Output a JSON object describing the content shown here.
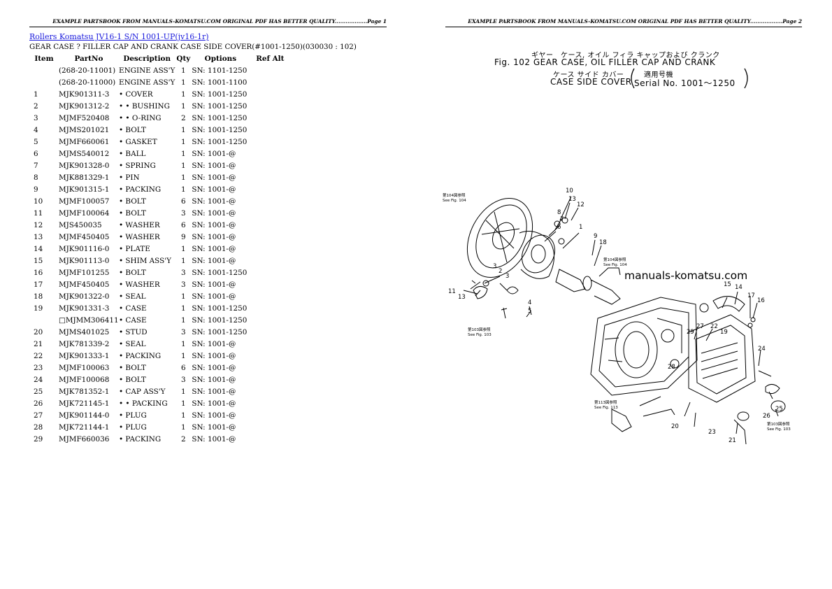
{
  "header": {
    "page1": "EXAMPLE PARTSBOOK FROM MANUALS-KOMATSU.COM ORIGINAL PDF HAS BETTER QUALITY..................Page 1",
    "page2": "EXAMPLE PARTSBOOK FROM MANUALS-KOMATSU.COM ORIGINAL PDF HAS BETTER QUALITY..................Page 2"
  },
  "document": {
    "link": "Rollers Komatsu JV16-1 S/N 1001-UP(jv16-1r)",
    "subtitle": "GEAR CASE ? FILLER CAP AND CRANK CASE SIDE COVER(#1001-1250)(030030 : 102)"
  },
  "table": {
    "columns": [
      "Item",
      "PartNo",
      "Description",
      "Qty",
      "Options",
      "Ref Alt"
    ],
    "rows": [
      {
        "item": "",
        "part": "(268-20-11001)",
        "desc": "ENGINE ASS'Y",
        "qty": "1",
        "opt": "SN: 1101-1250",
        "ref": ""
      },
      {
        "item": "",
        "part": "(268-20-11000)",
        "desc": "ENGINE ASS'Y",
        "qty": "1",
        "opt": "SN: 1001-1100",
        "ref": ""
      },
      {
        "item": "1",
        "part": "MJK901311-3",
        "desc": "• COVER",
        "qty": "1",
        "opt": "SN: 1001-1250",
        "ref": ""
      },
      {
        "item": "2",
        "part": "MJK901312-2",
        "desc": "• • BUSHING",
        "qty": "1",
        "opt": "SN: 1001-1250",
        "ref": ""
      },
      {
        "item": "3",
        "part": "MJMF520408",
        "desc": "• • O-RING",
        "qty": "2",
        "opt": "SN: 1001-1250",
        "ref": ""
      },
      {
        "item": "4",
        "part": "MJMS201021",
        "desc": "• BOLT",
        "qty": "1",
        "opt": "SN: 1001-1250",
        "ref": ""
      },
      {
        "item": "5",
        "part": "MJMF660061",
        "desc": "• GASKET",
        "qty": "1",
        "opt": "SN: 1001-1250",
        "ref": ""
      },
      {
        "item": "6",
        "part": "MJMS540012",
        "desc": "• BALL",
        "qty": "1",
        "opt": "SN: 1001-@",
        "ref": ""
      },
      {
        "item": "7",
        "part": "MJK901328-0",
        "desc": "• SPRING",
        "qty": "1",
        "opt": "SN: 1001-@",
        "ref": ""
      },
      {
        "item": "8",
        "part": "MJK881329-1",
        "desc": "• PIN",
        "qty": "1",
        "opt": "SN: 1001-@",
        "ref": ""
      },
      {
        "item": "9",
        "part": "MJK901315-1",
        "desc": "• PACKING",
        "qty": "1",
        "opt": "SN: 1001-@",
        "ref": ""
      },
      {
        "item": "10",
        "part": "MJMF100057",
        "desc": "• BOLT",
        "qty": "6",
        "opt": "SN: 1001-@",
        "ref": ""
      },
      {
        "item": "11",
        "part": "MJMF100064",
        "desc": "• BOLT",
        "qty": "3",
        "opt": "SN: 1001-@",
        "ref": ""
      },
      {
        "item": "12",
        "part": "MJS450035",
        "desc": "• WASHER",
        "qty": "6",
        "opt": "SN: 1001-@",
        "ref": ""
      },
      {
        "item": "13",
        "part": "MJMF450405",
        "desc": "• WASHER",
        "qty": "9",
        "opt": "SN: 1001-@",
        "ref": ""
      },
      {
        "item": "14",
        "part": "MJK901116-0",
        "desc": "• PLATE",
        "qty": "1",
        "opt": "SN: 1001-@",
        "ref": ""
      },
      {
        "item": "15",
        "part": "MJK901113-0",
        "desc": "• SHIM ASS'Y",
        "qty": "1",
        "opt": "SN: 1001-@",
        "ref": ""
      },
      {
        "item": "16",
        "part": "MJMF101255",
        "desc": "• BOLT",
        "qty": "3",
        "opt": "SN: 1001-1250",
        "ref": ""
      },
      {
        "item": "17",
        "part": "MJMF450405",
        "desc": "• WASHER",
        "qty": "3",
        "opt": "SN: 1001-@",
        "ref": ""
      },
      {
        "item": "18",
        "part": "MJK901322-0",
        "desc": "• SEAL",
        "qty": "1",
        "opt": "SN: 1001-@",
        "ref": ""
      },
      {
        "item": "19",
        "part": "MJK901331-3",
        "desc": "• CASE",
        "qty": "1",
        "opt": "SN: 1001-1250",
        "ref": ""
      },
      {
        "item": "",
        "part": "□MJMM306411",
        "desc": "• CASE",
        "qty": "1",
        "opt": "SN: 1001-1250",
        "ref": ""
      },
      {
        "item": "20",
        "part": "MJMS401025",
        "desc": "• STUD",
        "qty": "3",
        "opt": "SN: 1001-1250",
        "ref": ""
      },
      {
        "item": "21",
        "part": "MJK781339-2",
        "desc": "• SEAL",
        "qty": "1",
        "opt": "SN: 1001-@",
        "ref": ""
      },
      {
        "item": "22",
        "part": "MJK901333-1",
        "desc": "• PACKING",
        "qty": "1",
        "opt": "SN: 1001-@",
        "ref": ""
      },
      {
        "item": "23",
        "part": "MJMF100063",
        "desc": "• BOLT",
        "qty": "6",
        "opt": "SN: 1001-@",
        "ref": ""
      },
      {
        "item": "24",
        "part": "MJMF100068",
        "desc": "• BOLT",
        "qty": "3",
        "opt": "SN: 1001-@",
        "ref": ""
      },
      {
        "item": "25",
        "part": "MJK781352-1",
        "desc": "• CAP ASS'Y",
        "qty": "1",
        "opt": "SN: 1001-@",
        "ref": ""
      },
      {
        "item": "26",
        "part": "MJK721145-1",
        "desc": "• • PACKING",
        "qty": "1",
        "opt": "SN: 1001-@",
        "ref": ""
      },
      {
        "item": "27",
        "part": "MJK901144-0",
        "desc": "• PLUG",
        "qty": "1",
        "opt": "SN: 1001-@",
        "ref": ""
      },
      {
        "item": "28",
        "part": "MJK721144-1",
        "desc": "• PLUG",
        "qty": "1",
        "opt": "SN: 1001-@",
        "ref": ""
      },
      {
        "item": "29",
        "part": "MJMF660036",
        "desc": "• PACKING",
        "qty": "2",
        "opt": "SN: 1001-@",
        "ref": ""
      }
    ]
  },
  "figure": {
    "title_jp": "ギヤー　ケース, オイル フィラ キャップおよび クランク",
    "title_line1": "Fig. 102 GEAR CASE, OIL FILLER CAP AND CRANK",
    "title_line2_jp": "ケース サイド カバー",
    "title_line2_note": "適用号機",
    "title_line3": "CASE SIDE COVER",
    "serial": "Serial  No. 1001～1250",
    "watermark": "manuals-komatsu.com",
    "refs": {
      "r1": "第104図参照",
      "r1b": "See Fig. 104",
      "r2": "第104図参照",
      "r2b": "See Fig. 104",
      "r3": "第103図参照",
      "r3b": "See Fig. 103",
      "r4": "第113図参照",
      "r4b": "See Fig. 113",
      "r5": "第103図参照",
      "r5b": "See Fig. 103"
    },
    "callouts": [
      "10",
      "13",
      "12",
      "8",
      "7",
      "6",
      "1",
      "9",
      "2",
      "3",
      "3",
      "4",
      "11",
      "13",
      "5",
      "18",
      "15",
      "14",
      "17",
      "16",
      "27",
      "29",
      "22",
      "19",
      "28",
      "24",
      "26",
      "25",
      "20",
      "23",
      "21"
    ]
  }
}
